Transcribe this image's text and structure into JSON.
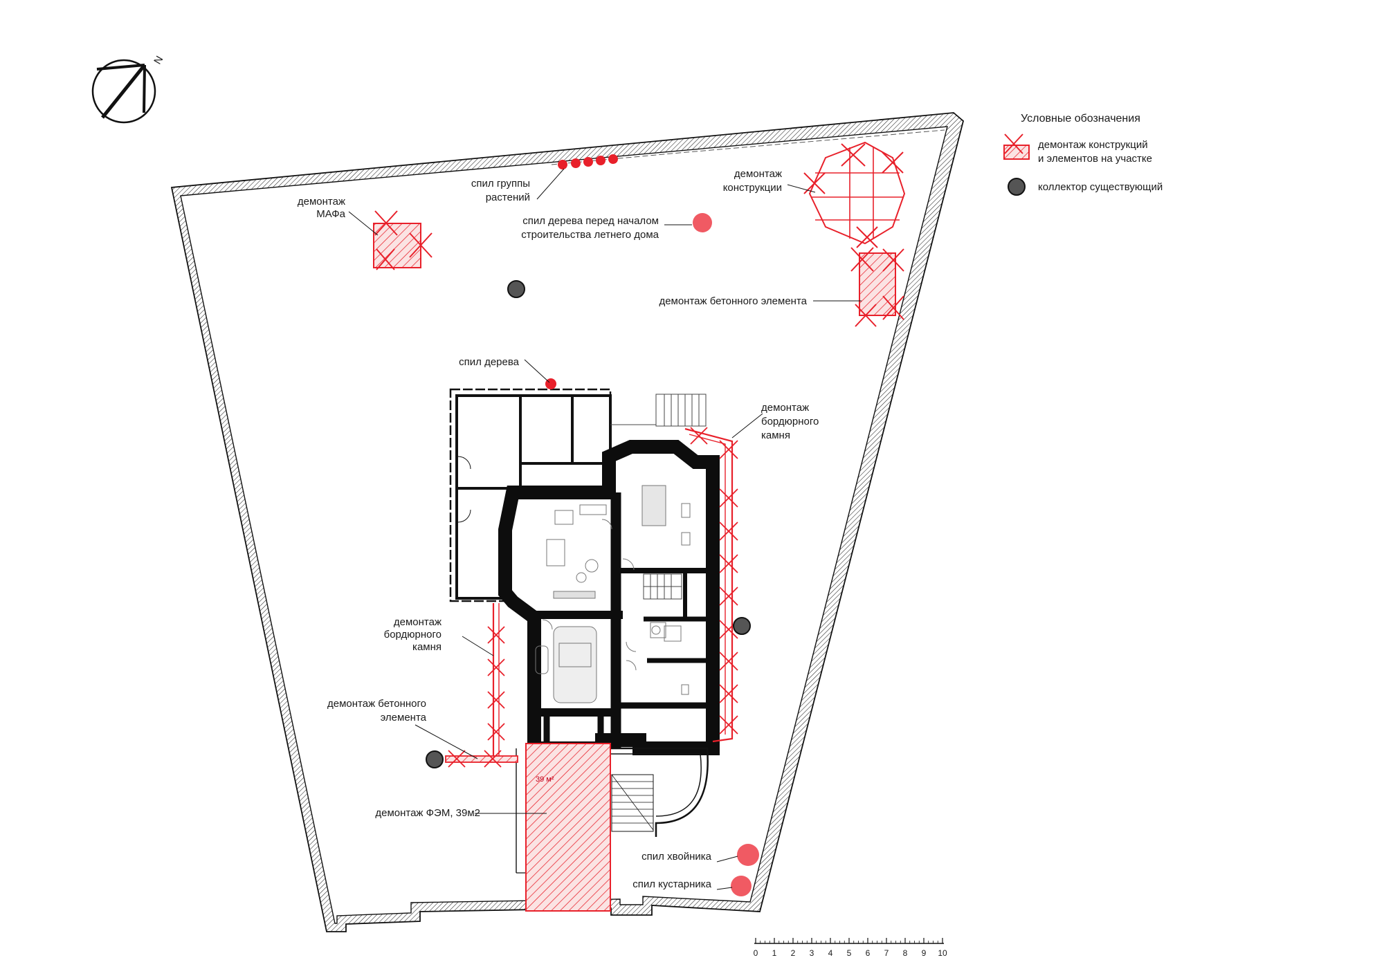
{
  "legend": {
    "title": "Условные обозначения",
    "demolition_line1": "демонтаж конструкций",
    "demolition_line2": "и элементов на участке",
    "collector": "коллектор существующий"
  },
  "north_letter": "N",
  "labels": {
    "mafa_1": "демонтаж",
    "mafa_2": "МАФа",
    "plant_group_1": "спил группы",
    "plant_group_2": "растений",
    "tree_summer_1": "спил дерева перед началом",
    "tree_summer_2": "строительства летнего дома",
    "construction_1": "демонтаж",
    "construction_2": "конструкции",
    "concrete_ne": "демонтаж бетонного элемента",
    "tree_cut": "спил дерева",
    "curb_e_1": "демонтаж",
    "curb_e_2": "бордюрного",
    "curb_e_3": "камня",
    "curb_w_1": "демонтаж",
    "curb_w_2": "бордюрного",
    "curb_w_3": "камня",
    "concrete_w_1": "демонтаж бетонного",
    "concrete_w_2": "элемента",
    "fem": "демонтаж ФЭМ, 39м2",
    "fem_area": "39 м²",
    "conifer": "спил хвойника",
    "shrub": "спил кустарника"
  },
  "scale_bar": {
    "ticks": [
      "0",
      "1",
      "2",
      "3",
      "4",
      "5",
      "6",
      "7",
      "8",
      "9",
      "10"
    ]
  },
  "colors": {
    "demolition": "#e8202a",
    "wall": "#111111",
    "collector": "#555555"
  }
}
